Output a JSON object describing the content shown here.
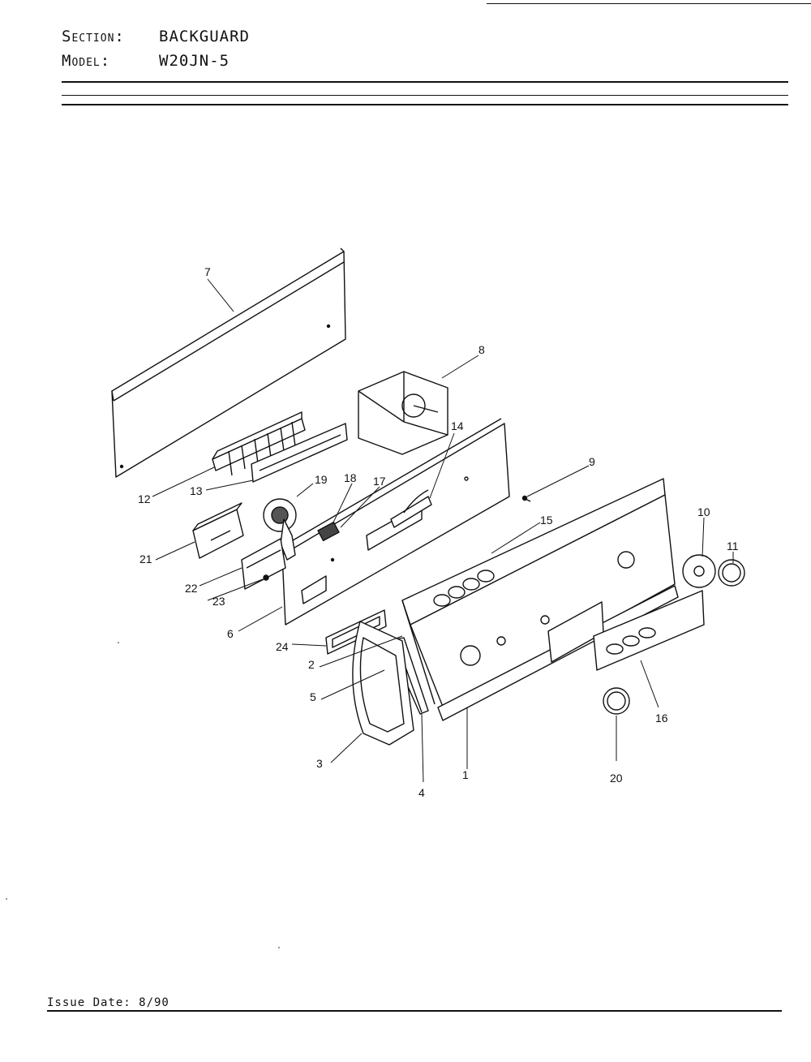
{
  "header": {
    "section_key": "Section:",
    "section_value": "BACKGUARD",
    "model_key": "Model:",
    "model_value": "W20JN-5"
  },
  "callouts": {
    "c1": "1",
    "c2": "2",
    "c3": "3",
    "c4": "4",
    "c5": "5",
    "c6": "6",
    "c7": "7",
    "c8": "8",
    "c9": "9",
    "c10": "10",
    "c11": "11",
    "c12": "12",
    "c13": "13",
    "c14": "14",
    "c15": "15",
    "c16": "16",
    "c17": "17",
    "c18": "18",
    "c19": "19",
    "c20": "20",
    "c21": "21",
    "c22": "22",
    "c23": "23",
    "c24": "24"
  },
  "footer": {
    "issue_date": "Issue Date: 8/90"
  }
}
